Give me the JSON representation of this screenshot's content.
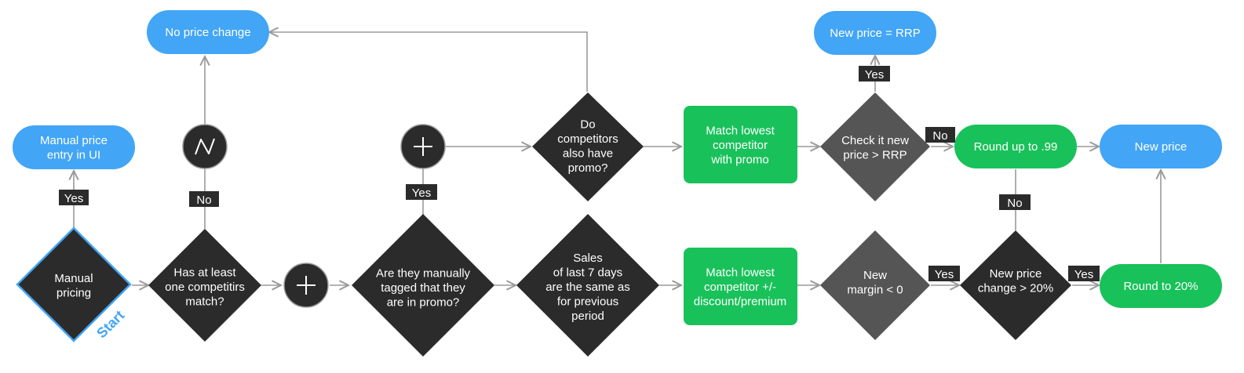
{
  "colors": {
    "blue": "#42a5f5",
    "green": "#19c15a",
    "dark": "#2b2b2b",
    "grey": "#555555",
    "line": "#9a9a9a",
    "label_bg": "#2b2b2b"
  },
  "start_label": "Start",
  "nodes": {
    "no_price_change": [
      "No price change"
    ],
    "manual_entry": [
      "Manual price",
      "entry in UI"
    ],
    "new_price_rrp": [
      "New price = RRP"
    ],
    "new_price": [
      "New price"
    ],
    "manual_pricing": [
      "Manual",
      "pricing"
    ],
    "has_match": [
      "Has at least",
      "one competitirs",
      "match?"
    ],
    "tagged_promo": [
      "Are they manually",
      "tagged that they",
      "are in promo?"
    ],
    "sales_same": [
      "Sales",
      "of last 7 days",
      "are the same as",
      "for previous",
      "period"
    ],
    "competitors_promo": [
      "Do",
      "competitors",
      "also have",
      "promo?"
    ],
    "match_promo": [
      "Match lowest",
      "competitor",
      "with promo"
    ],
    "match_discount": [
      "Match lowest",
      "competitor +/-",
      "discount/premium"
    ],
    "check_rrp": [
      "Check it new",
      "price > RRP"
    ],
    "new_margin": [
      "New",
      "margin < 0"
    ],
    "price_change": [
      "New price",
      "change > 20%"
    ],
    "round_99": [
      "Round up to .99"
    ],
    "round_20": [
      "Round to 20%"
    ]
  },
  "edge_labels": {
    "manual_yes": "Yes",
    "match_no": "No",
    "tagged_yes": "Yes",
    "rrp_yes": "Yes",
    "rrp_no": "No",
    "round99_no": "No",
    "margin_yes": "Yes",
    "change_yes": "Yes"
  },
  "icons": {
    "wave": "wave-icon",
    "plus_1": "plus-icon",
    "plus_2": "plus-icon"
  }
}
